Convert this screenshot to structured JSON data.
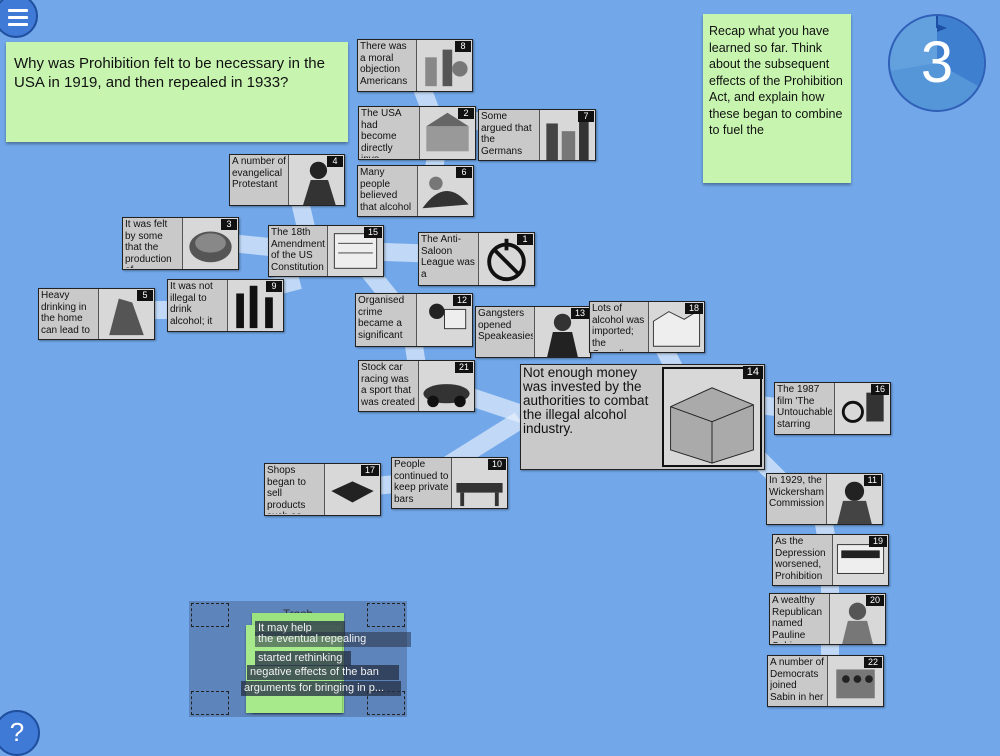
{
  "controls": {
    "menu_icon": "hamburger-menu-icon",
    "help_label": "?",
    "timer_value": "3"
  },
  "question": "Why was Prohibition felt to be necessary in the USA in 1919, and then repealed in 1933?",
  "recap": "Recap what you have learned so far. Think about the subsequent effects of the Prohibition Act, and explain how these began to combine to fuel the",
  "cards": {
    "c1": {
      "num": "1",
      "text": "The Anti-Saloon League was a"
    },
    "c3": {
      "num": "3",
      "text": "It was felt by some that the production of"
    },
    "c4": {
      "num": "4",
      "text": "A number of evangelical Protestant"
    },
    "c5": {
      "num": "5",
      "text": "Heavy drinking in the home can lead to"
    },
    "c6": {
      "num": "6",
      "text": "Many people believed that alcohol"
    },
    "c7": {
      "num": "7",
      "text": "Some argued that the Germans"
    },
    "c8": {
      "num": "8",
      "text": "There was a moral objection Americans"
    },
    "c9": {
      "num": "9",
      "text": "It was not illegal to drink alcohol; it"
    },
    "c10": {
      "num": "10",
      "text": "People continued to keep private bars"
    },
    "c11": {
      "num": "11",
      "text": "In 1929, the Wickersham Commission"
    },
    "c12": {
      "num": "12",
      "text": "Organised crime became a significant"
    },
    "c13": {
      "num": "13",
      "text": "Gangsters opened Speakeasies"
    },
    "c14": {
      "num": "14",
      "text": "Not enough money was invested by the authorities to combat the illegal alcohol industry."
    },
    "c15": {
      "num": "15",
      "text": "The 18th Amendment of the US Constitution"
    },
    "c16": {
      "num": "16",
      "text": "The 1987 film 'The Untouchables' starring"
    },
    "c17": {
      "num": "17",
      "text": "Shops began to sell products such as"
    },
    "c18": {
      "num": "18",
      "text": "Lots of alcohol was imported; the Canadian"
    },
    "c19": {
      "num": "19",
      "text": "As the Depression worsened, Prohibition"
    },
    "c20": {
      "num": "20",
      "text": "A wealthy Republican named Pauline Sabin"
    },
    "c21": {
      "num": "21",
      "text": "Stock car racing was a sport that was created"
    },
    "c22": {
      "num": "22",
      "text": "A number of Democrats joined Sabin in her"
    },
    "c2": {
      "num": "2",
      "text": "The USA had become directly invo-"
    }
  },
  "trash": {
    "label": "Trash",
    "lines": [
      "It may help",
      "the eventual repealing",
      "started rethinking",
      "negative effects of the ban",
      "arguments for bringing in p..."
    ]
  },
  "colors": {
    "background": "#72a8ea",
    "note": "#c7f5b0",
    "card": "#c9c9c9",
    "timer": "#5596d8"
  }
}
